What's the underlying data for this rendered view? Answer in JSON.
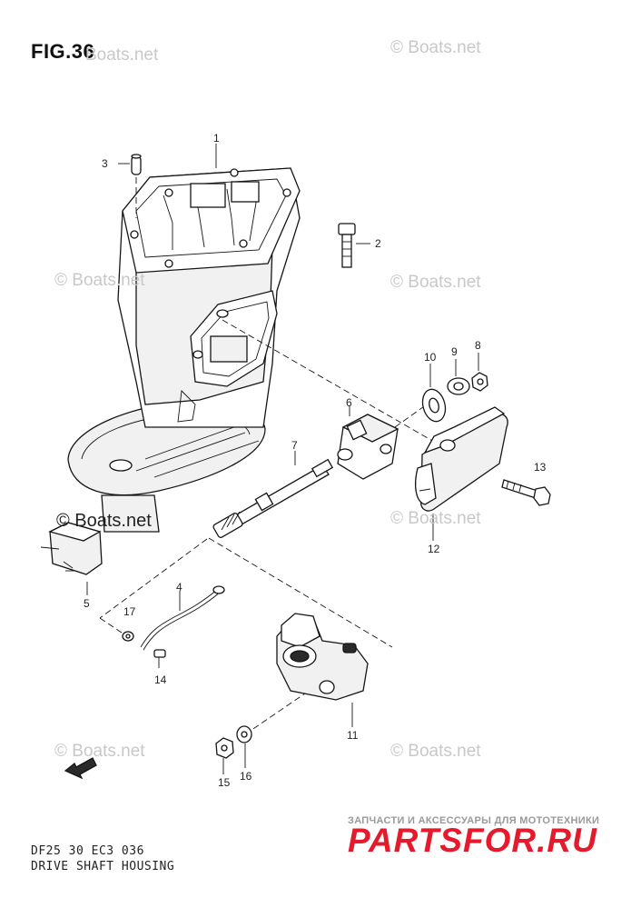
{
  "figure": {
    "title": "FIG.36"
  },
  "watermarks": {
    "text": "Boats.net",
    "symbol": "©",
    "prominent": "© Boats.net"
  },
  "callouts": [
    "1",
    "2",
    "3",
    "4",
    "5",
    "6",
    "7",
    "8",
    "9",
    "10",
    "11",
    "12",
    "13",
    "14",
    "15",
    "16",
    "17"
  ],
  "footer": {
    "code": "DF25 30 EC3 036",
    "name": "DRIVE SHAFT HOUSING"
  },
  "brand": {
    "tagline": "ЗАПЧАСТИ И АКСЕССУАРЫ ДЛЯ МОТОТЕХНИКИ",
    "logo": "PARTSFOR.RU",
    "color": "#e51a2c"
  }
}
